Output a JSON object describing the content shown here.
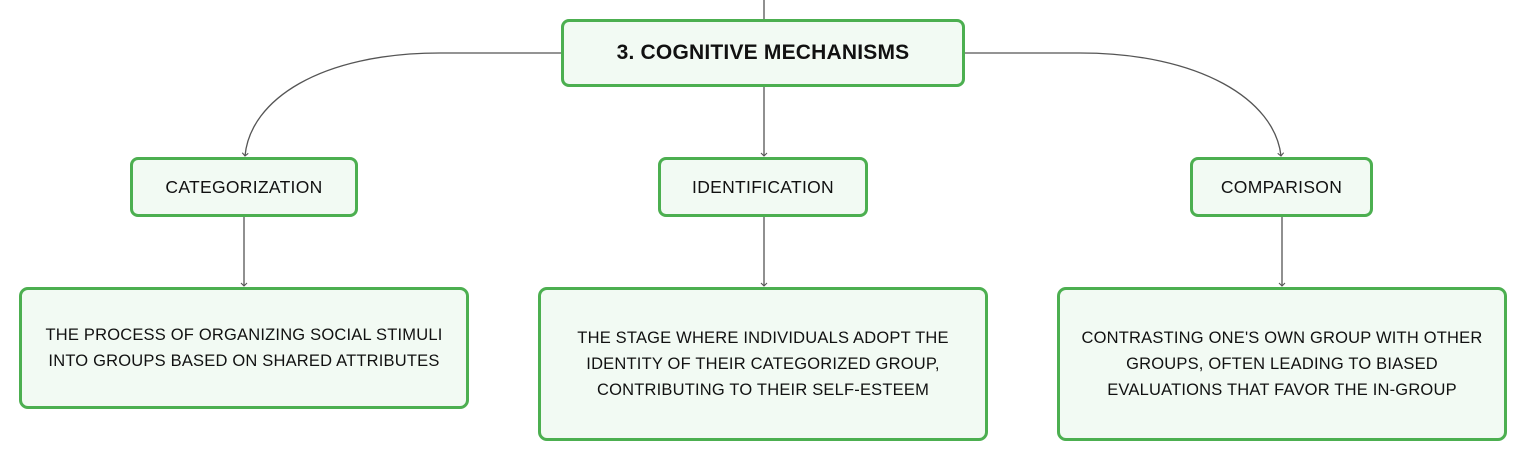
{
  "colors": {
    "border": "#4caf50",
    "fill": "#f2faf3",
    "connector": "#555555",
    "text": "#111111"
  },
  "diagram": {
    "root": {
      "label": "3. COGNITIVE MECHANISMS"
    },
    "branches": [
      {
        "key": "categorization",
        "label": "CATEGORIZATION",
        "description": "THE PROCESS OF ORGANIZING SOCIAL STIMULI INTO GROUPS BASED ON SHARED ATTRIBUTES"
      },
      {
        "key": "identification",
        "label": "IDENTIFICATION",
        "description": "THE STAGE WHERE INDIVIDUALS ADOPT THE IDENTITY OF THEIR CATEGORIZED GROUP, CONTRIBUTING TO THEIR SELF-ESTEEM"
      },
      {
        "key": "comparison",
        "label": "COMPARISON",
        "description": "CONTRASTING ONE'S OWN GROUP WITH OTHER GROUPS, OFTEN LEADING TO BIASED EVALUATIONS THAT FAVOR THE IN-GROUP"
      }
    ]
  }
}
